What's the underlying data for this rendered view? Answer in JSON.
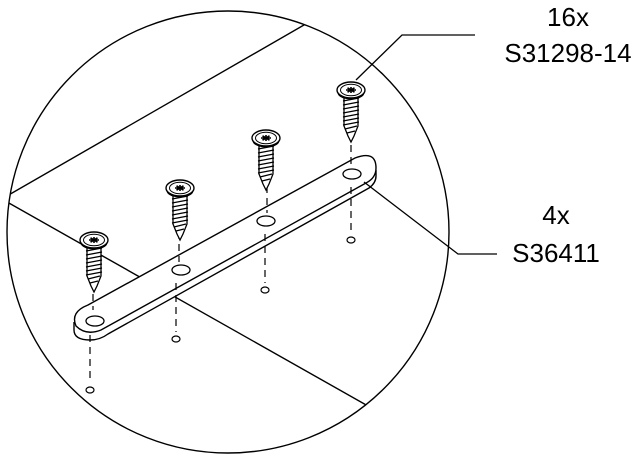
{
  "callouts": {
    "screws": {
      "quantity": "16x",
      "part_number": "S31298-14"
    },
    "plate": {
      "quantity": "4x",
      "part_number": "S36411"
    }
  },
  "colors": {
    "line": "#000000",
    "background": "#ffffff"
  }
}
